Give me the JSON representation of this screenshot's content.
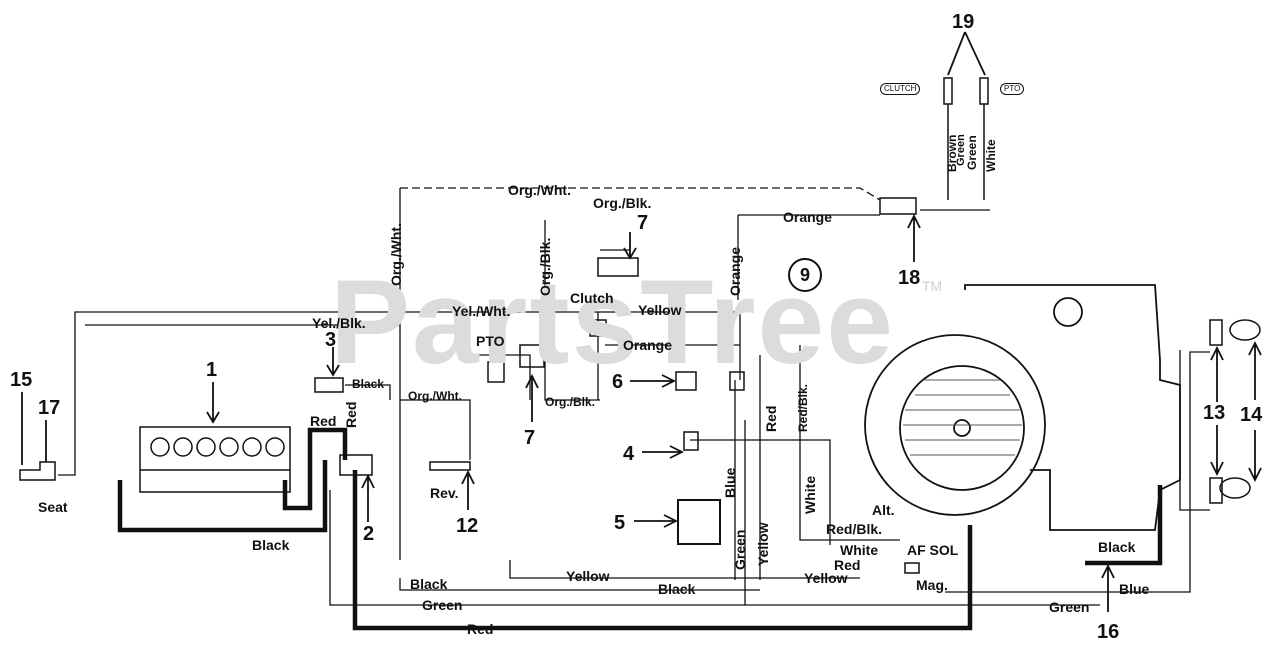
{
  "watermark": {
    "text": "PartsTree",
    "tm": "TM"
  },
  "callouts": {
    "n1": "1",
    "n2": "2",
    "n3": "3",
    "n4": "4",
    "n5": "5",
    "n6": "6",
    "n7a": "7",
    "n7b": "7",
    "n9": "9",
    "n12": "12",
    "n13": "13",
    "n14": "14",
    "n15": "15",
    "n16": "16",
    "n17": "17",
    "n18": "18",
    "n19": "19"
  },
  "labels": {
    "seat": "Seat",
    "black_left": "Black",
    "red_top": "Red",
    "red_vert": "Red",
    "black_3": "Black",
    "yel_blk": "Yel./Blk.",
    "org_wht_vert": "Org./Wht.",
    "org_wht_top": "Org./Wht.",
    "org_blk_top": "Org./Blk.",
    "org_blk_vert": "Org./Blk.",
    "clutch": "Clutch",
    "yel_wht": "Yel./Wht.",
    "yellow_top": "Yellow",
    "pto": "PTO",
    "orange_mid": "Orange",
    "orange_top": "Orange",
    "orange_vert": "Orange",
    "org_wht_mid": "Org./Wht.",
    "org_blk_mid": "Org./Blk.",
    "rev": "Rev.",
    "red_mid_vert": "Red",
    "red_blk_vert": "Red/Blk.",
    "white_vert": "White",
    "blue_vert": "Blue",
    "green_vert": "Green",
    "yellow_vert": "Yellow",
    "alt": "Alt.",
    "red_blk": "Red/Blk.",
    "white": "White",
    "af_sol": "AF SOL",
    "red_low": "Red",
    "mag": "Mag.",
    "black_low": "Black",
    "yellow_low": "Yellow",
    "black_low2": "Black",
    "yellow_low2": "Yellow",
    "green_low": "Green",
    "red_bottom": "Red",
    "black_right": "Black",
    "blue_right": "Blue",
    "green_right": "Green",
    "brown": "Brown",
    "green19a": "Green",
    "green19b": "Green",
    "white19": "White",
    "clutch_tag": "CLUTCH",
    "pto_tag": "PTO"
  }
}
